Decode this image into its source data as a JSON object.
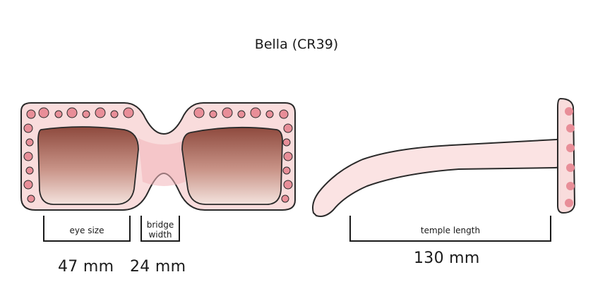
{
  "title": "Bella (CR39)",
  "labels": {
    "eye_size": "eye size",
    "bridge_width_line1": "bridge",
    "bridge_width_line2": "width",
    "temple_length": "temple length"
  },
  "measurements": {
    "eye_size": "47 mm",
    "bridge_width": "24 mm",
    "temple_length": "130 mm"
  },
  "colors": {
    "frame_fill": "#f9dcdc",
    "frame_outline": "#2a2a2a",
    "bridge_tint": "#f2b5b9",
    "lens_top": "#8e4a3e",
    "lens_bottom": "#f4e3de",
    "jewel": "#e88e98",
    "temple_fill": "#fbe3e3"
  }
}
